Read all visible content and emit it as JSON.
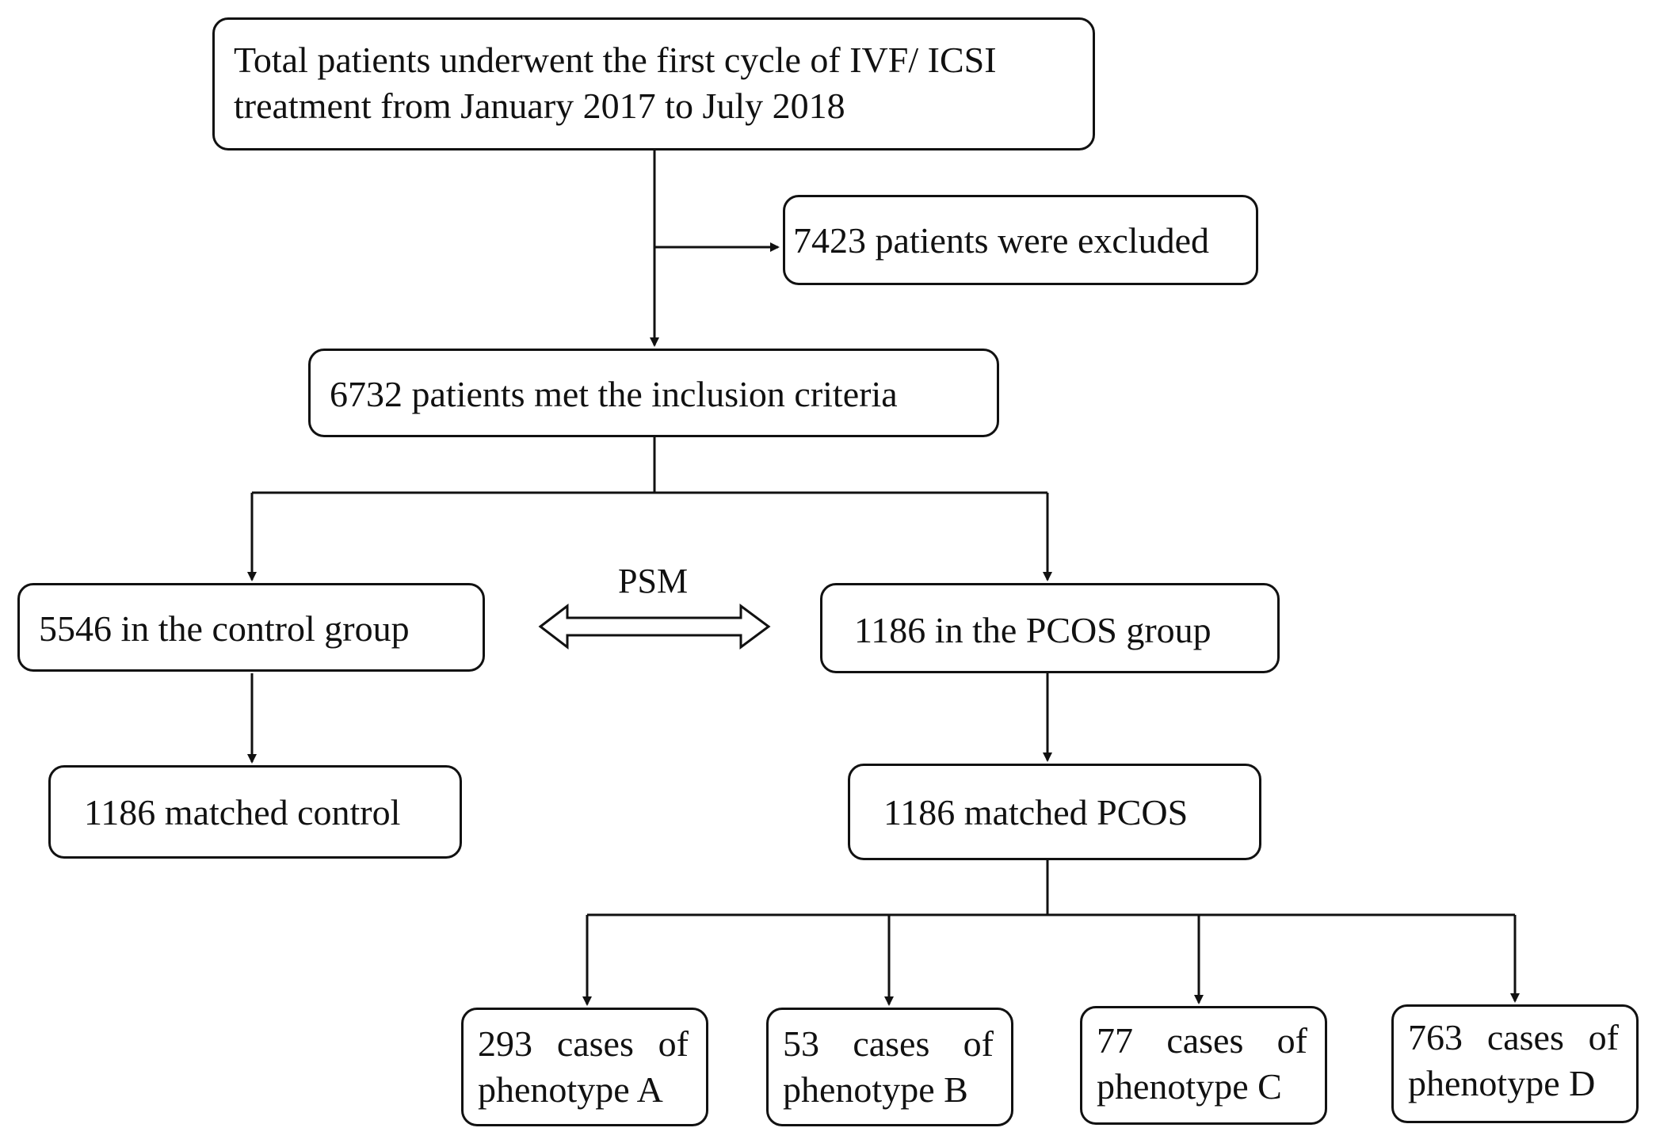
{
  "flowchart": {
    "top": {
      "line1": "Total patients underwent the first cycle of IVF/ ICSI",
      "line2": "treatment from January 2017 to July 2018"
    },
    "excluded": "7423 patients were excluded",
    "inclusion": "6732 patients met  the inclusion criteria",
    "control_group": "5546 in the control group",
    "pcos_group": "1186 in the PCOS group",
    "psm_label": "PSM",
    "matched_control": "1186 matched control",
    "matched_pcos": "1186 matched PCOS",
    "phenotypes": [
      {
        "line1": "293 cases of",
        "line2": "phenotype A"
      },
      {
        "line1": "53 cases of",
        "line2": "phenotype B"
      },
      {
        "line1": "77 cases of",
        "line2": "phenotype C"
      },
      {
        "line1": "763 cases of",
        "line2": "phenotype D"
      }
    ]
  }
}
